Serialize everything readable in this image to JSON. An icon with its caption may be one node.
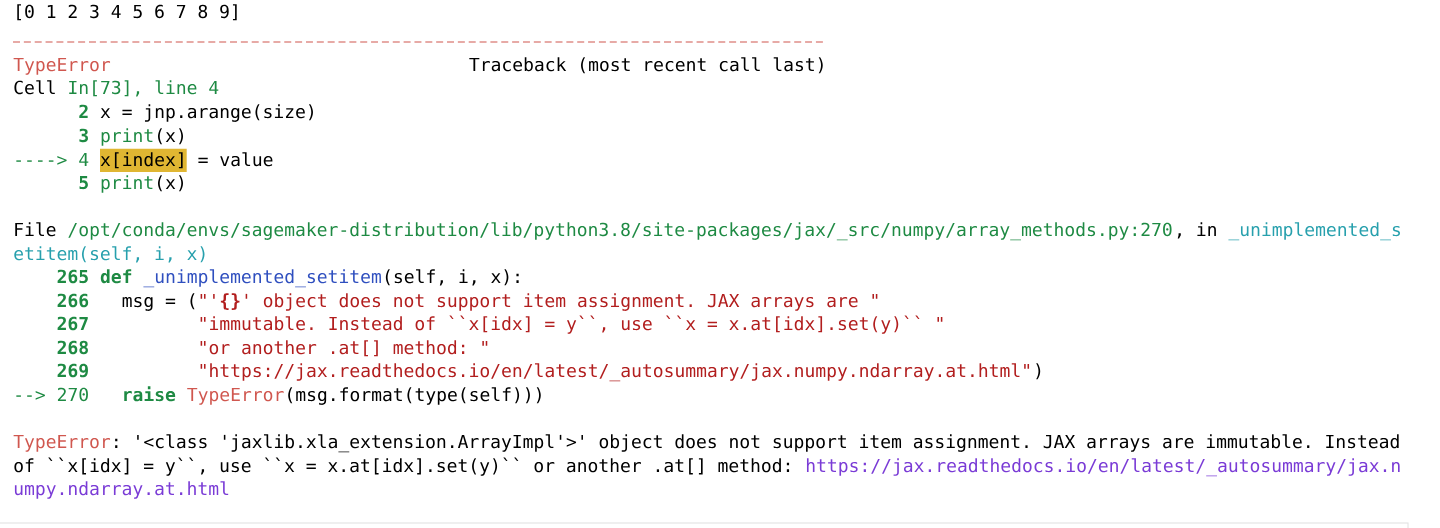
{
  "diagram": {
    "labels": [
      "[0 1 2 3 4 5 6 7 8 9]",
      "TypeError",
      "Traceback (most recent call last)",
      "Cell",
      "In[73], line 4",
      "2",
      "x = jnp.arange(size)",
      "3",
      "print",
      "(x)",
      "---->",
      "4",
      "x[index]",
      "= value",
      "5",
      "print",
      "(x)",
      "File",
      "/opt/conda/envs/sagemaker-distribution/lib/python3.8/site-packages/jax/_src/numpy/array_methods.py:270",
      ", in",
      "_unimplemented_s",
      "etitem(self, i, x)",
      "265",
      "def",
      "_unimplemented_setitem",
      "(self, i, x):",
      "266",
      "msg = (",
      "\"'**{}**' object does not support item assignment. JAX arrays are \"",
      "267",
      "\"immutable. Instead of ``x[idx] = y``, use ``x = x.at[idx].set(y)`` \"",
      "268",
      "\"or another .at[] method: \"",
      "269",
      "\"https://jax.readthedocs.io/en/latest/_autosummary/jax.numpy.ndarray.at.html\"",
      ")",
      "-->",
      "270",
      "raise",
      "TypeError",
      "(msg.format(type(self)))",
      "TypeError",
      ": '<class 'jaxlib.xla_extension.ArrayImpl'>' object does not support item assignment. JAX arrays are immutable. Instead",
      "of ``x[idx] = y``, use ``x = x.at[idx].set(y)`` or another .at[] method:",
      "https://jax.readthedocs.io/en/latest/_autosummary/jax.n",
      "umpy.ndarray.at.html"
    ]
  }
}
